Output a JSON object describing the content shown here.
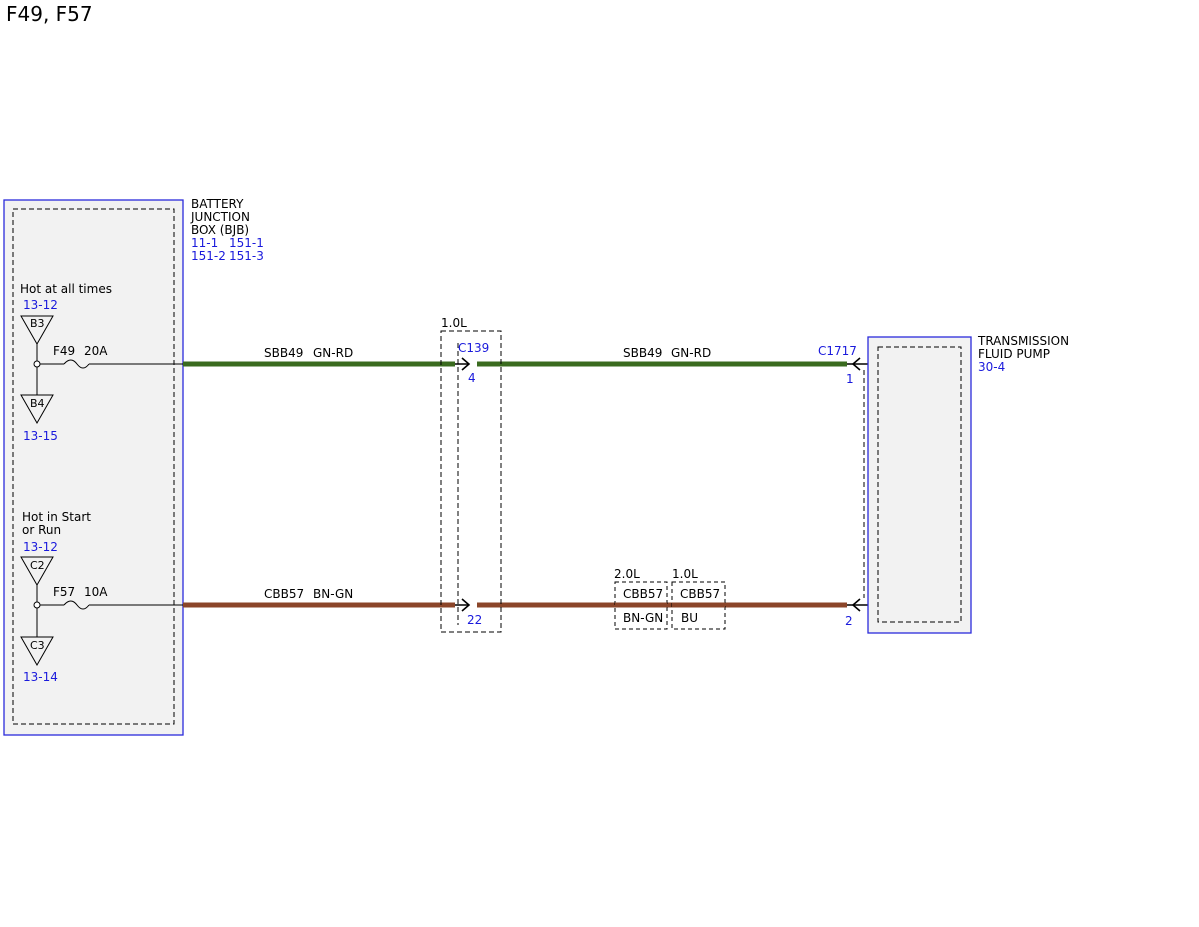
{
  "page_title": "F49, F57",
  "colors": {
    "ref_blue": "#1a1adc",
    "outline_blue": "#2b2bdb",
    "module_fill": "#f2f2f2",
    "wire_green": "#3a6b1f",
    "wire_brown": "#8b4529"
  },
  "bjb": {
    "name_lines": [
      "BATTERY",
      "JUNCTION",
      "BOX (BJB)"
    ],
    "refs": [
      "11-1",
      "151-1",
      "151-2",
      "151-3"
    ],
    "hot_always": "Hot at all times",
    "hot_always_ref": "13-12",
    "b3": "B3",
    "b4": "B4",
    "b4_ref": "13-15",
    "fuse_f49": "F49",
    "fuse_f49_rating": "20A",
    "hot_start_line1": "Hot in Start",
    "hot_start_line2": "or Run",
    "hot_start_ref": "13-12",
    "c2": "C2",
    "c3": "C3",
    "c3_ref": "13-14",
    "fuse_f57": "F57",
    "fuse_f57_rating": "10A"
  },
  "circuits": {
    "top": {
      "circuit": "SBB49",
      "color_code": "GN-RD"
    },
    "bottom": {
      "circuit": "CBB57",
      "color_code": "BN-GN",
      "variant_20l_label": "2.0L",
      "variant_20l_circuit": "CBB57",
      "variant_20l_color": "BN-GN",
      "variant_10l_label": "1.0L",
      "variant_10l_circuit": "CBB57",
      "variant_10l_color": "BU"
    }
  },
  "c139": {
    "variant": "1.0L",
    "connector": "C139",
    "pin_top": "4",
    "pin_bottom": "22"
  },
  "c1717": {
    "connector": "C1717",
    "pin_top": "1",
    "pin_bottom": "2"
  },
  "pump": {
    "name_lines": [
      "TRANSMISSION",
      "FLUID PUMP"
    ],
    "ref": "30-4"
  }
}
